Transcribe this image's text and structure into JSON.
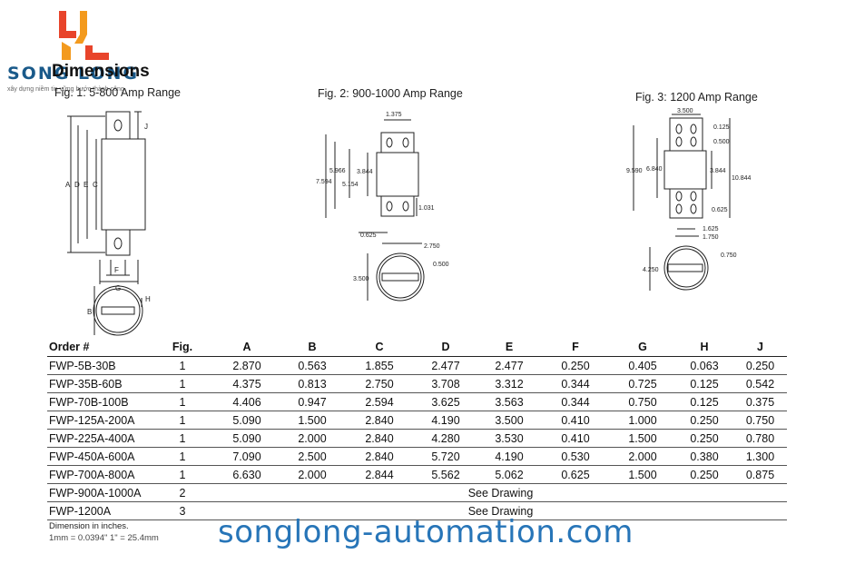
{
  "brand": {
    "name": "SONG LONG",
    "tagline": "xây dựng niềm tin vững bước thành công",
    "logo_colors": [
      "#e8442b",
      "#f39a1e"
    ]
  },
  "heading": "Dimensions",
  "figures": {
    "fig1": {
      "title": "Fig. 1: 5-800 Amp Range",
      "letters": {
        "A": "A",
        "D": "D",
        "E": "E",
        "C": "C",
        "J": "J",
        "F": "F",
        "G": "G",
        "H": "H",
        "B": "B"
      }
    },
    "fig2": {
      "title": "Fig. 2: 900-1000 Amp Range",
      "dims": {
        "w1": "1.375",
        "d1": "7.594",
        "d2": "5.966",
        "d3": "5.154",
        "d4": "3.844",
        "d5": "1.031",
        "d6": "0.625",
        "d7": "2.750",
        "d8": "3.500",
        "d9": "0.500"
      }
    },
    "fig3": {
      "title": "Fig. 3: 1200 Amp Range",
      "dims": {
        "w1": "3.500",
        "d1": "0.125",
        "d2": "0.500",
        "d3": "9.590",
        "d4": "6.840",
        "d5": "3.844",
        "d6": "10.844",
        "d7": "0.625",
        "d8": "1.625",
        "d9": "1.750",
        "d10": "4.250",
        "d11": "0.750"
      }
    }
  },
  "table": {
    "headers": [
      "Order #",
      "Fig.",
      "A",
      "B",
      "C",
      "D",
      "E",
      "F",
      "G",
      "H",
      "J"
    ],
    "rows": [
      [
        "FWP-5B-30B",
        "1",
        "2.870",
        "0.563",
        "1.855",
        "2.477",
        "2.477",
        "0.250",
        "0.405",
        "0.063",
        "0.250"
      ],
      [
        "FWP-35B-60B",
        "1",
        "4.375",
        "0.813",
        "2.750",
        "3.708",
        "3.312",
        "0.344",
        "0.725",
        "0.125",
        "0.542"
      ],
      [
        "FWP-70B-100B",
        "1",
        "4.406",
        "0.947",
        "2.594",
        "3.625",
        "3.563",
        "0.344",
        "0.750",
        "0.125",
        "0.375"
      ],
      [
        "FWP-125A-200A",
        "1",
        "5.090",
        "1.500",
        "2.840",
        "4.190",
        "3.500",
        "0.410",
        "1.000",
        "0.250",
        "0.750"
      ],
      [
        "FWP-225A-400A",
        "1",
        "5.090",
        "2.000",
        "2.840",
        "4.280",
        "3.530",
        "0.410",
        "1.500",
        "0.250",
        "0.780"
      ],
      [
        "FWP-450A-600A",
        "1",
        "7.090",
        "2.500",
        "2.840",
        "5.720",
        "4.190",
        "0.530",
        "2.000",
        "0.380",
        "1.300"
      ],
      [
        "FWP-700A-800A",
        "1",
        "6.630",
        "2.000",
        "2.844",
        "5.562",
        "5.062",
        "0.625",
        "1.500",
        "0.250",
        "0.875"
      ]
    ],
    "drawing_rows": [
      {
        "order": "FWP-900A-1000A",
        "fig": "2",
        "note": "See Drawing"
      },
      {
        "order": "FWP-1200A",
        "fig": "3",
        "note": "See Drawing"
      }
    ]
  },
  "notes": {
    "line1": "Dimension in inches.",
    "line2": "1mm = 0.0394\"     1\" = 25.4mm"
  },
  "watermark": "songlong-automation.com"
}
